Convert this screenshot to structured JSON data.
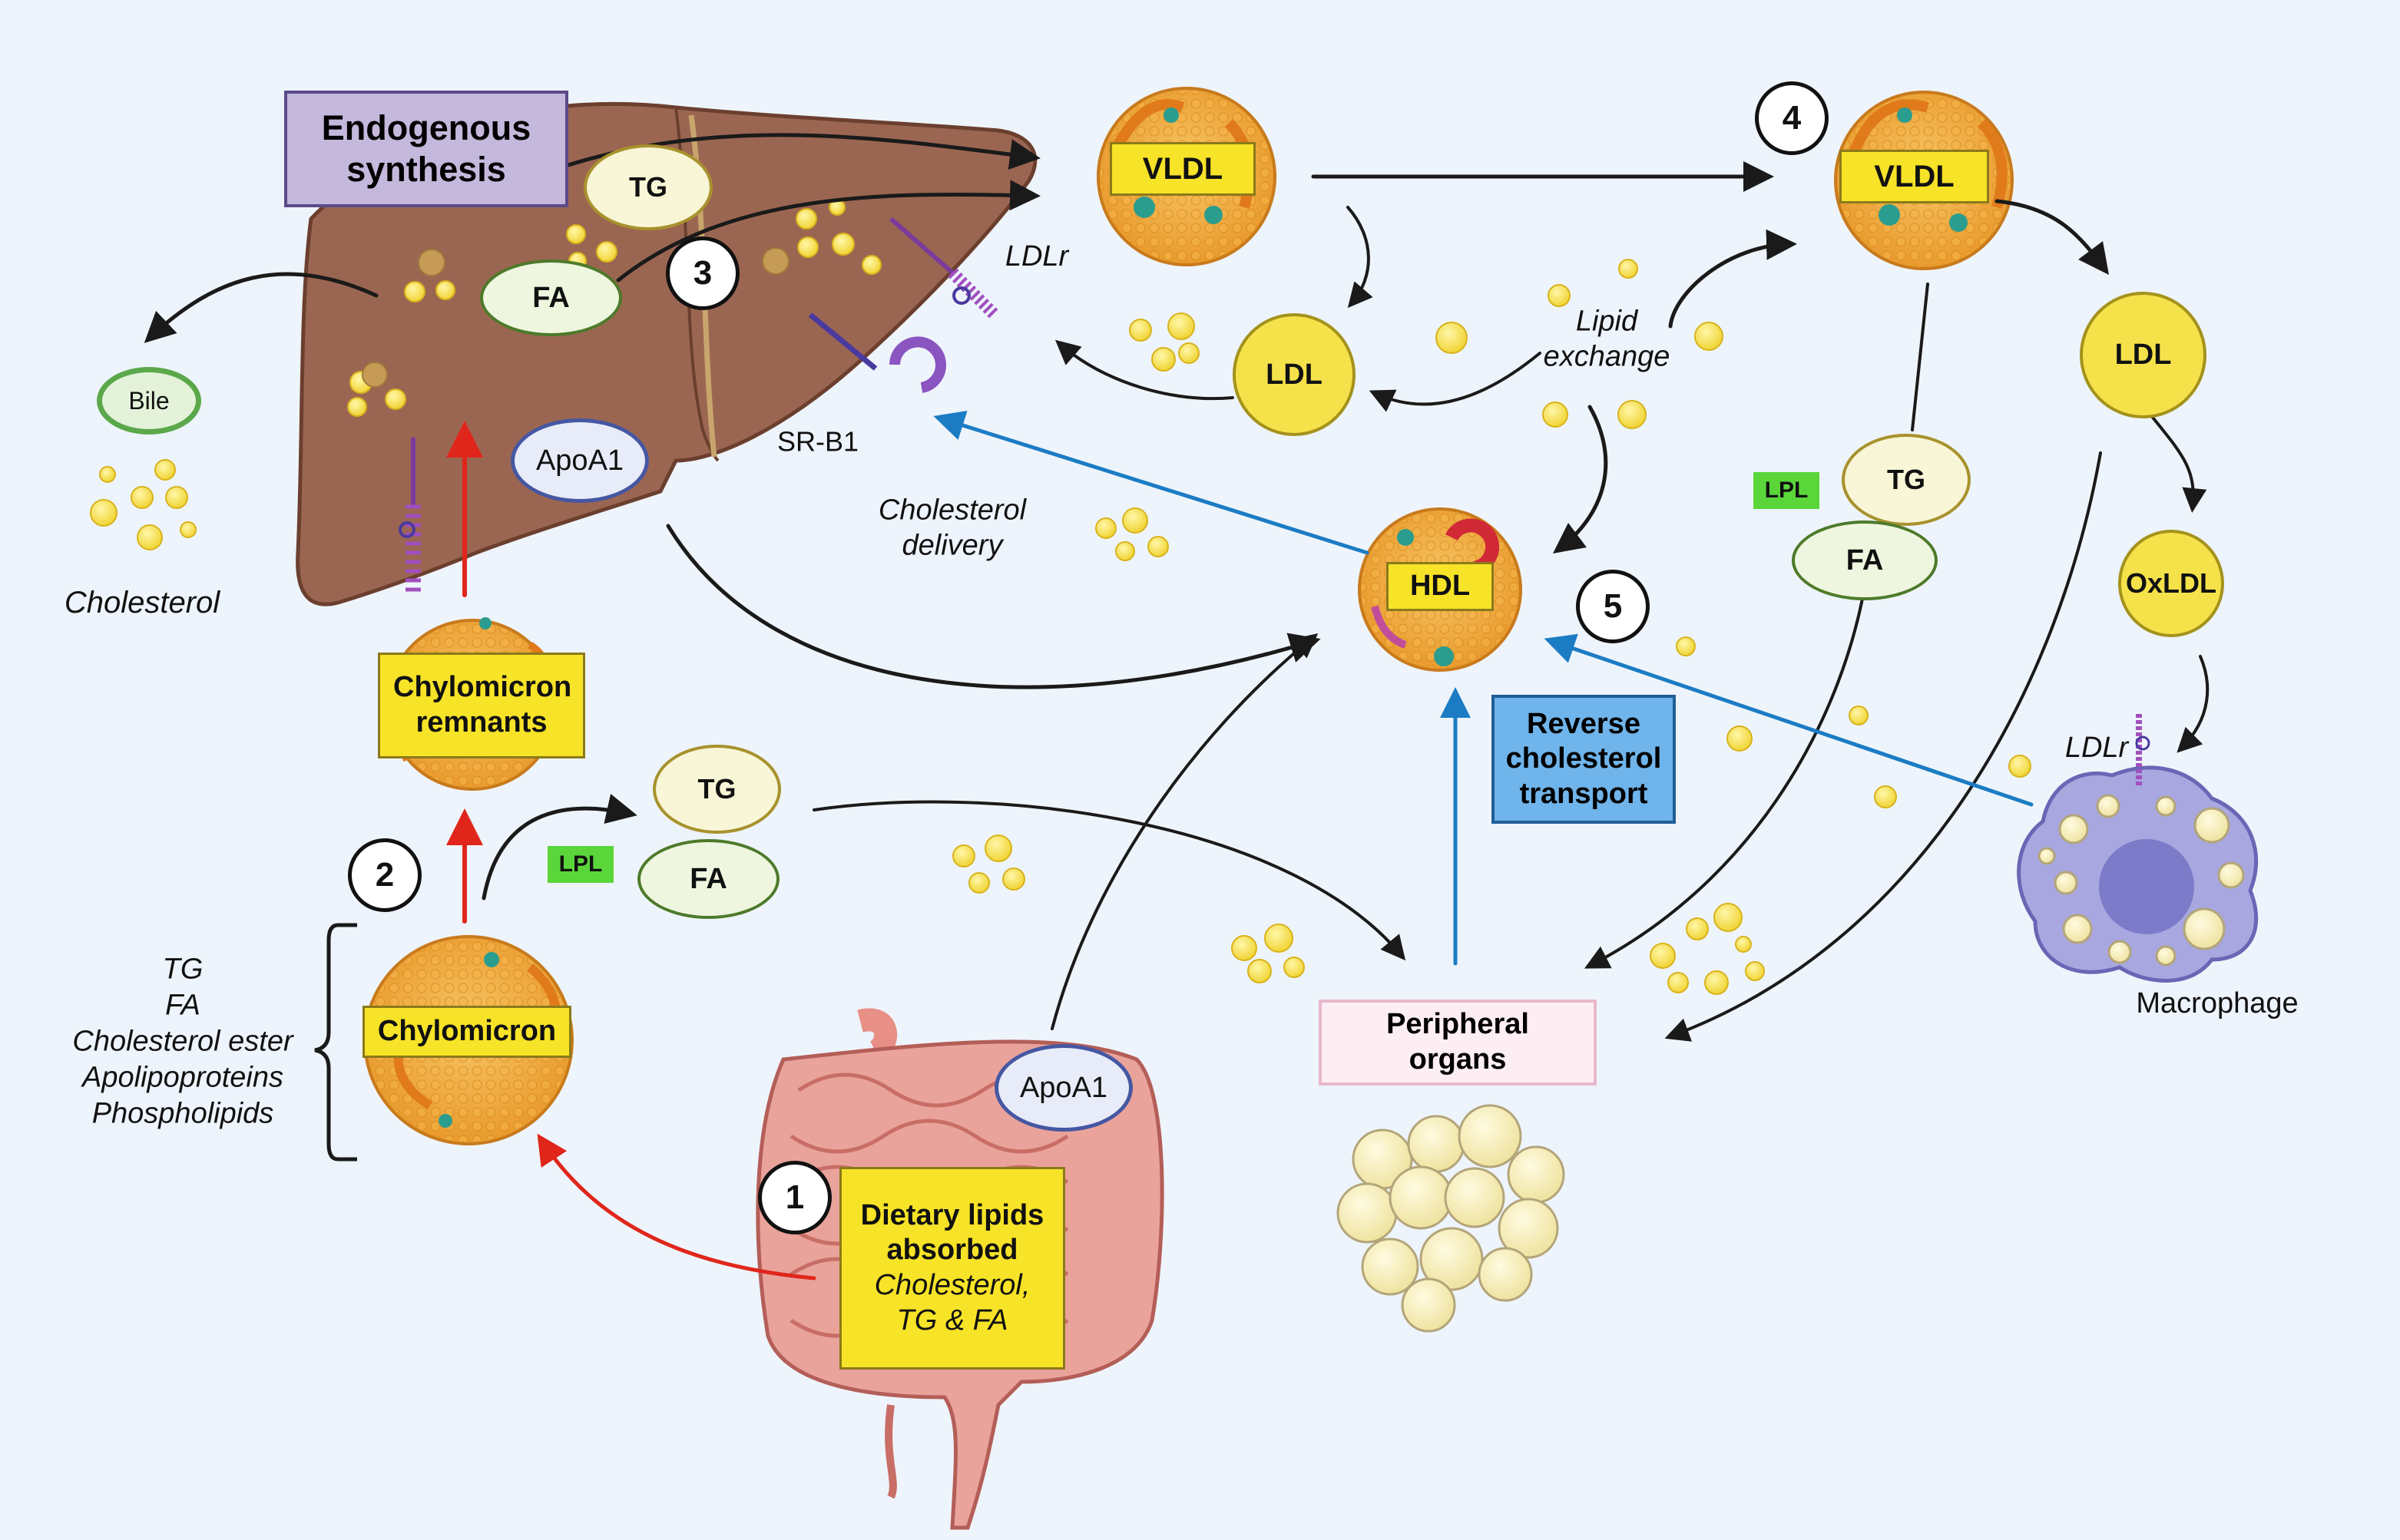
{
  "steps": [
    "1",
    "2",
    "3",
    "4",
    "5"
  ],
  "boxes": {
    "endogenous_synthesis": "Endogenous synthesis",
    "chylomicron_remnants": "Chylomicron remnants",
    "chylomicron": "Chylomicron",
    "dietary_title": "Dietary lipids absorbed",
    "dietary_sub": "Cholesterol, TG & FA",
    "reverse_transport": "Reverse cholesterol transport",
    "peripheral_organs": "Peripheral organs",
    "vldl_liver": "VLDL",
    "vldl_right": "VLDL",
    "hdl": "HDL"
  },
  "ovals": {
    "tg_liver": "TG",
    "fa_liver": "FA",
    "apoa1_liver": "ApoA1",
    "bile": "Bile",
    "tg_mid": "TG",
    "fa_mid": "FA",
    "apoa1_gut": "ApoA1",
    "ldl_mid": "LDL",
    "ldl_right": "LDL",
    "oxldl": "OxLDL",
    "tg_right": "TG",
    "fa_right": "FA"
  },
  "badges": {
    "lpl_left": "LPL",
    "lpl_right": "LPL"
  },
  "labels": {
    "ldlr_liver": "LDLr",
    "ldlr_macrophage": "LDLr",
    "srb1": "SR-B1",
    "cholesterol_delivery": "Cholesterol delivery",
    "lipid_exchange": "Lipid exchange",
    "cholesterol": "Cholesterol",
    "macrophage": "Macrophage"
  },
  "components_list": [
    "TG",
    "FA",
    "Cholesterol ester",
    "Apolipoproteins",
    "Phospholipids"
  ],
  "icons": [
    "liver-icon",
    "intestine-icon",
    "macrophage-icon",
    "adipocytes-icon",
    "ldl-receptor-icon",
    "sr-b1-receptor-icon",
    "lipid-droplet-icon"
  ],
  "colors": {
    "background": "#eef4fb",
    "liver": "#9b6651",
    "lipoprotein": "#f0a83c",
    "tag_yellow": "#f7e327",
    "red_arrow": "#e0261b",
    "blue_arrow": "#1b7cc4",
    "purple_box": "#c4b8dc",
    "blue_box": "#6fb4ea",
    "lpl_green": "#5ad63b"
  }
}
